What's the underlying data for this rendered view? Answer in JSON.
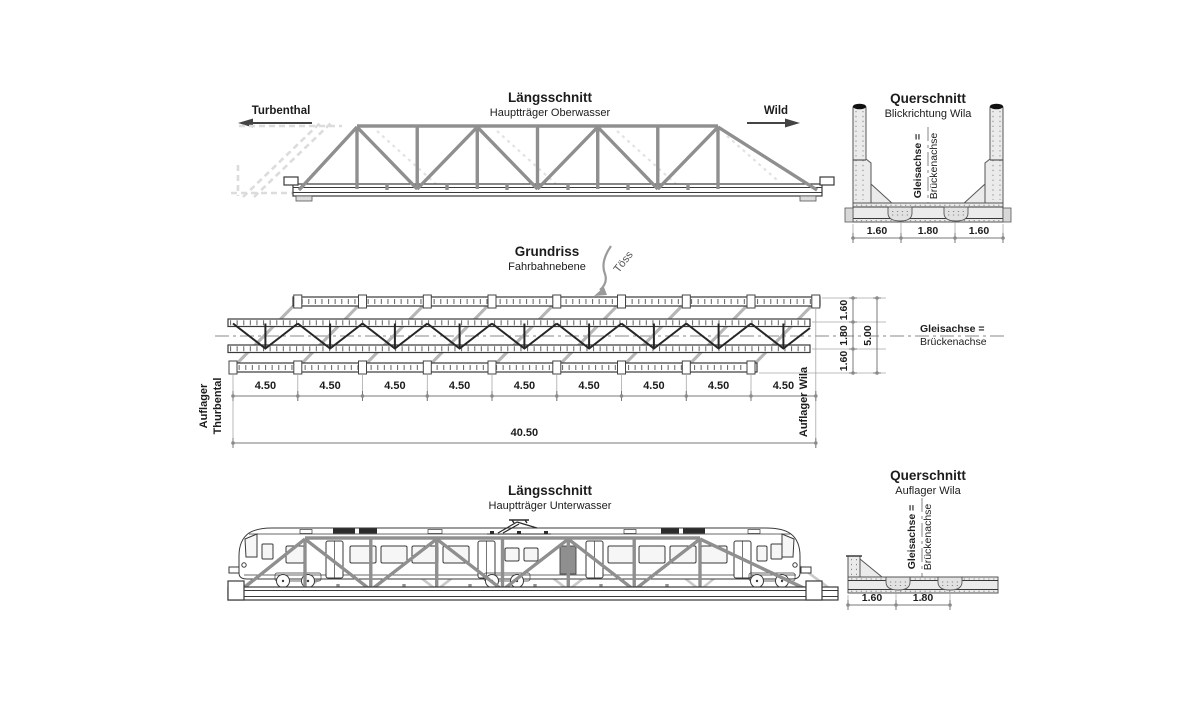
{
  "colors": {
    "ink": "#1c1c1c",
    "steel_member": "#8f8f8f",
    "light_member": "#b6b6b6",
    "bracing": "#262626",
    "section_fill": "#ebebeb",
    "background": "#ffffff"
  },
  "views": {
    "elevation_oberwasser": {
      "title": "Längsschnitt",
      "subtitle": "Hauptträger Oberwasser",
      "direction_left": "Turbenthal",
      "direction_right": "Wild"
    },
    "section_blickrichtung": {
      "title": "Querschnitt",
      "subtitle": "Blickrichtung Wila",
      "axis_line1": "Gleisachse =",
      "axis_line2": "Brückenachse",
      "dims": [
        "1.60",
        "1.80",
        "1.60"
      ]
    },
    "plan": {
      "title": "Grundriss",
      "subtitle": "Fahrbahnebene",
      "river": "Töss",
      "support_left_line1": "Auflager",
      "support_left_line2": "Thurbental",
      "support_right": "Auflager Wila",
      "panel_dims": [
        "4.50",
        "4.50",
        "4.50",
        "4.50",
        "4.50",
        "4.50",
        "4.50",
        "4.50",
        "4.50"
      ],
      "total_dim": "40.50",
      "width_dims": [
        "1.60",
        "1.80",
        "1.60"
      ],
      "width_total": "5.00",
      "axis_line1": "Gleisachse =",
      "axis_line2": "Brückenachse"
    },
    "elevation_unterwasser": {
      "title": "Längsschnitt",
      "subtitle": "Hauptträger Unterwasser"
    },
    "section_auflager": {
      "title": "Querschnitt",
      "subtitle": "Auflager Wila",
      "axis_line1": "Gleisachse =",
      "axis_line2": "Brückenachse",
      "dims": [
        "1.60",
        "1.80"
      ]
    }
  }
}
